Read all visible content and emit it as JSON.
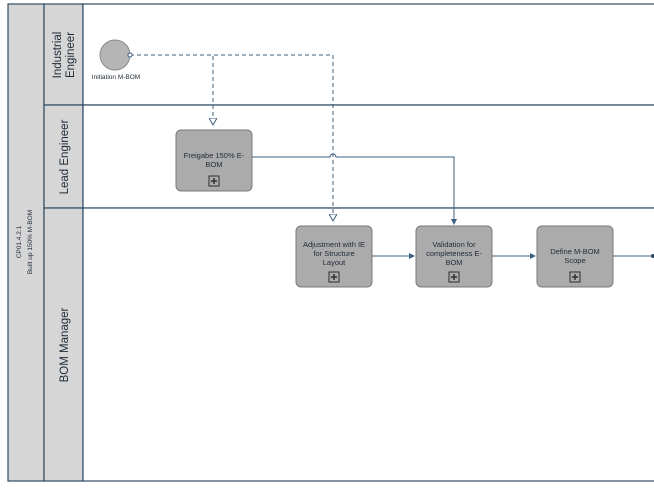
{
  "pool": {
    "label_line1": "CP01.4.2.1",
    "label_line2": "Built up 150% M-BOM"
  },
  "lanes": [
    {
      "label_line1": "Industrial",
      "label_line2": "Engineer"
    },
    {
      "label_line1": "Lead Engineer"
    },
    {
      "label_line1": "BOM Manager"
    }
  ],
  "start_event": {
    "label": "Initiation M-BOM"
  },
  "tasks": [
    {
      "lines": [
        "Freigabe 150% E-",
        "BOM"
      ]
    },
    {
      "lines": [
        "Adjustment with IE",
        "for Structure",
        "Layout"
      ]
    },
    {
      "lines": [
        "Validation for",
        "completeness E-",
        "BOM"
      ]
    },
    {
      "lines": [
        "Define M-BOM",
        "Scope"
      ]
    }
  ],
  "colors": {
    "pool_fill": "#d6d6d6",
    "lane_header_fill": "#d6d6d6",
    "border": "#2e4a63",
    "task_fill": "#ababab",
    "task_stroke": "#7a7a7a",
    "flow": "#3d5f80",
    "event_fill": "#b5b5b5"
  },
  "icons": {
    "subprocess_marker": "plus-box-icon"
  }
}
